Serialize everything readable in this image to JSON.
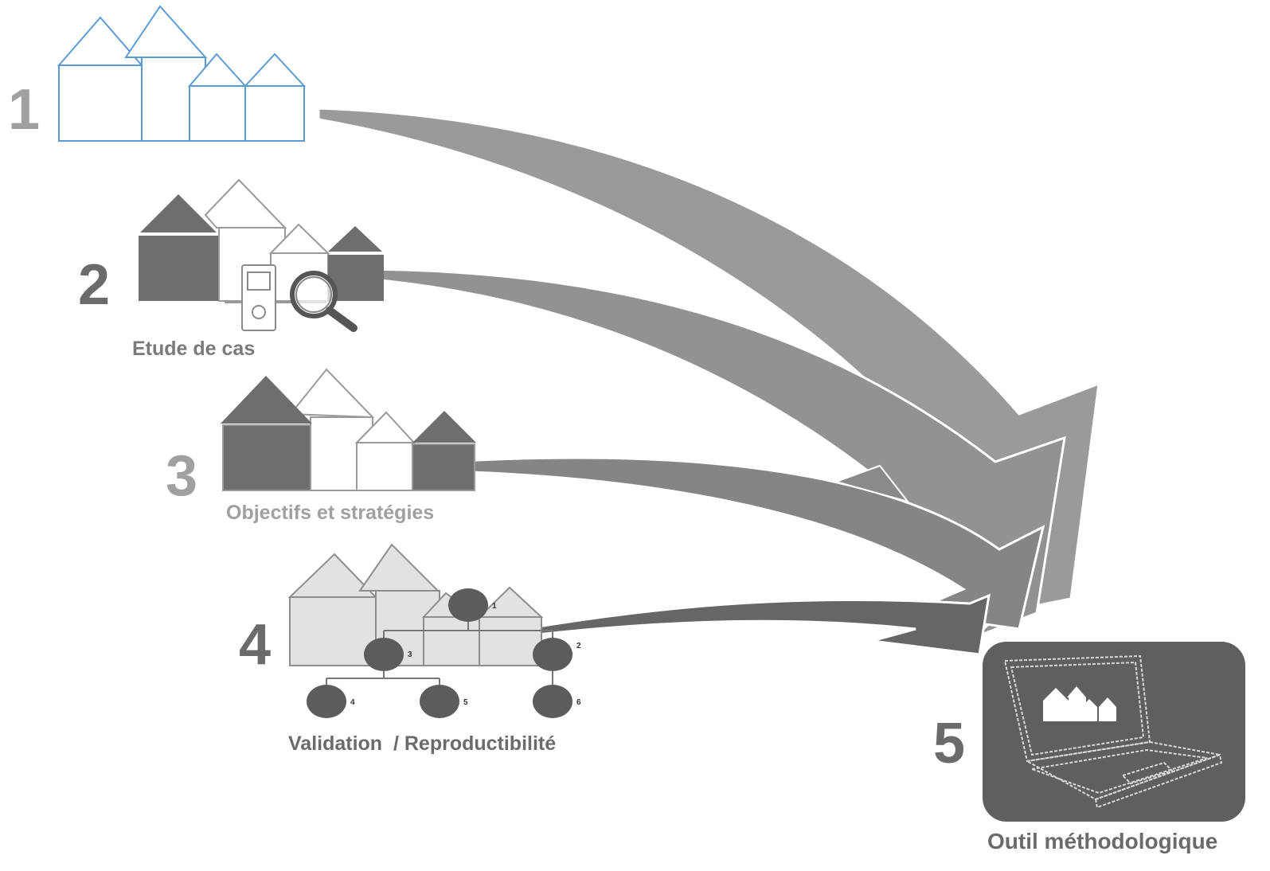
{
  "steps": [
    {
      "number": "1",
      "caption": ""
    },
    {
      "number": "2",
      "caption": "Etude de cas"
    },
    {
      "number": "3",
      "caption": "Objectifs et stratégies"
    },
    {
      "number": "4",
      "caption": "Validation  / Reproductibilité"
    },
    {
      "number": "5",
      "caption": "Outil méthodologique"
    }
  ],
  "tree_nodes": [
    "1",
    "2",
    "3",
    "4",
    "5",
    "6"
  ],
  "colors": {
    "house_outline_blue": "#5b9bd5",
    "arrow_light": "#9a9a9a",
    "arrow_mid": "#8c8c8c",
    "arrow_dark": "#666666",
    "house_dark": "#6e6e6e",
    "number_gray": "#9a9a9a",
    "number_dark": "#6b6b6b",
    "laptop_panel": "#5f5f5f"
  },
  "icons": [
    "houses-outline-icon",
    "houses-case-study-icon",
    "phone-device-icon",
    "magnifier-icon",
    "houses-strategy-icon",
    "houses-validation-icon",
    "decision-tree-icon",
    "laptop-icon"
  ]
}
